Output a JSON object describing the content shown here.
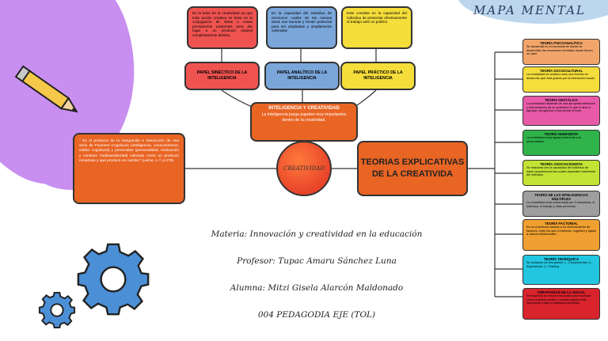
{
  "title": "MAPA MENTAL",
  "top_cards": [
    {
      "text": "Es la base de la creatividad ya que toda acción creativa se basa en la conjugación de ideas o cosas previamente existentes para dar lugar a un producto original completamente distinto.",
      "color": "#ef5350"
    },
    {
      "text": "En la capacidad del individuo de reconocer cuales de las nuevas ideas son buenas y tienen potencial para ser ampliadas y ampliamente valoradas",
      "color": "#7aa6da"
    },
    {
      "text": "Este consiste en la capacidad del individuo de presentar efectivamente el trabajo ante un publico",
      "color": "#f5dd3b"
    }
  ],
  "roles": [
    {
      "label": "PAPEL SINÉCTICO DE LA INTELIGENCIA",
      "color": "#ef5350"
    },
    {
      "label": "PAPEL ANALÍTICO DE LA INTELIGENCIA",
      "color": "#7aa6da"
    },
    {
      "label": "PAPEL PRÁCTICO DE LA INTELIGENCIA",
      "color": "#f5dd3b"
    }
  ],
  "intelligence": {
    "title": "INTELIGENCIA Y CREATIVIDAD",
    "text": "La inteligencia juega papeles muy importantes dentro de la creatividad."
  },
  "center": "CREATIVIDAD",
  "definition": "\" Es el producto de la integración e interacción de una serie de Factores Cognitivos (inteligencia, conocimientos, estilos cognitivos) y personales (personalidad, motivación y contexto medioambiental) valorado como un producto novedoso y que produce un cambio\" (Laime, s. f. p.279).",
  "theories_title_1": "TEORIAS EXPLICATIVAS",
  "theories_title_2": "DE LA CREATIVIDA",
  "theories": [
    {
      "name": "TEORÍA PSICOANALÍTICA",
      "text": "Se desarrolla en el inconsciente donde se desarrollan las emociones mentales donde tienen un valor",
      "color": "#f2a56b"
    },
    {
      "name": "TEORÍA SOCIOCULTURAL",
      "text": "La creatividad se analiza como una función en desarrollo que está guiado por la interacción social.",
      "color": "#f5dd3b"
    },
    {
      "name": "TEORÍA GESTÁLICA",
      "text": "La creatividad depende de una apropiada definición y reformulación de un problema lo que lo lleva a agrupar, reorganizar y estructurar el todo.",
      "color": "#e85aa8"
    },
    {
      "name": "TEORÍA HUMANISTA",
      "text": "La creatividad está ligada totalmente a la personalidad.",
      "color": "#2fb34a"
    },
    {
      "name": "TEORÍA ASOCIACIONISTA",
      "text": "Se relaciona con la capacidad del individuo de hacer asociaciones las cuales dependen totalmente del individuo",
      "color": "#c4e335"
    },
    {
      "name": "TEORÍA DE LAS INTELIGENCIAS MÚLTIPLES",
      "text": "La creatividad esta conformada por 3 elementos, el individuo, el trabajo y otras personas",
      "color": "#9e9e9e"
    },
    {
      "name": "TEORÍA FACTORIAL",
      "text": "Es un constructo basado a un intrincamiento de factores, entre los que el intelecto, cognitivo y ligado a valores intelectuales",
      "color": "#f0a030"
    },
    {
      "name": "TEORÍA TRIÁRQUICA",
      "text": "Se compone de tres partes: 1.- Componentes. 2.- Experiencia. 3.- Práctica.",
      "color": "#22c6e0"
    },
    {
      "name": "CREATIVIDAD DE LA SOCIAL",
      "text": "Se requerirá un entorno favorable para expresar como creativas dentro o evaluar aquello más importante a algo la dialéctica sociedad.",
      "color": "#d9232d"
    }
  ],
  "info": {
    "subject": "Materia: Innovación y creatividad en la educación",
    "teacher": "Profesor: Tupac Amaru Sánchez Luna",
    "student": "Alumna: Mitzi Gisela Alarcón Maldonado",
    "group": "004 PEDAGODIA EJE (TOL)"
  }
}
